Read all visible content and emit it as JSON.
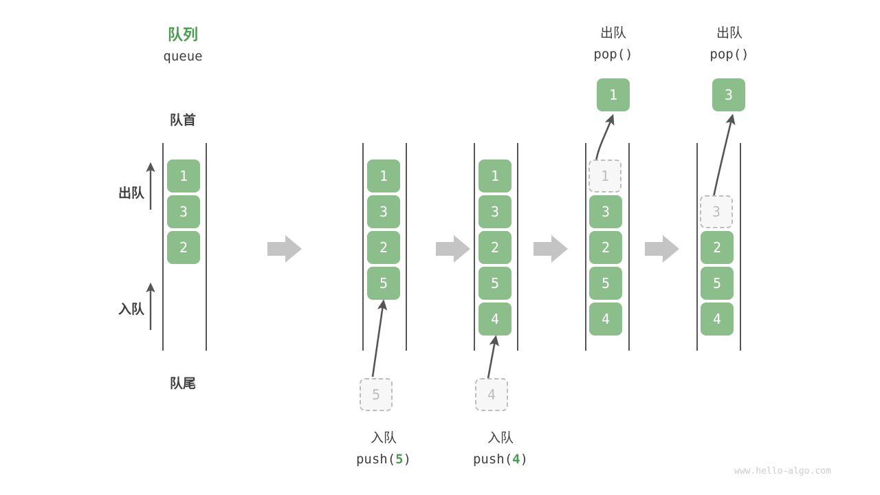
{
  "diagram": {
    "title_cn": "队列",
    "title_en": "queue",
    "front_label": "队首",
    "rear_label": "队尾",
    "dequeue_axis_label": "出队",
    "enqueue_axis_label": "入队",
    "watermark": "www.hello-algo.com",
    "colors": {
      "cell_fill": "#8cbe8c",
      "cell_text": "#ffffff",
      "ghost_fill": "#f7f7f7",
      "ghost_border": "#bdbdbd",
      "ghost_text": "#bdbdbd",
      "rail": "#555555",
      "arrow": "#555555",
      "step_arrow": "#c4c4c4",
      "accent_green": "#4a9c50",
      "text": "#3f3f3f",
      "watermark": "#cccccc"
    }
  },
  "stages": [
    {
      "id": "initial",
      "cells": [
        "1",
        "3",
        "2"
      ],
      "ghost_index": null,
      "op_cn": "",
      "op_code": "",
      "op_value": "",
      "result_value": ""
    },
    {
      "id": "push-5",
      "cells": [
        "1",
        "3",
        "2",
        "5"
      ],
      "ghost_index": null,
      "op_cn": "入队",
      "op_code_prefix": "push(",
      "op_value": "5",
      "op_code_suffix": ")",
      "incoming_value": "5",
      "result_value": ""
    },
    {
      "id": "push-4",
      "cells": [
        "1",
        "3",
        "2",
        "5",
        "4"
      ],
      "ghost_index": null,
      "op_cn": "入队",
      "op_code_prefix": "push(",
      "op_value": "4",
      "op_code_suffix": ")",
      "incoming_value": "4",
      "result_value": ""
    },
    {
      "id": "pop-1",
      "cells": [
        "1",
        "3",
        "2",
        "5",
        "4"
      ],
      "ghost_index": 0,
      "op_cn": "出队",
      "op_code_prefix": "pop(",
      "op_value": "",
      "op_code_suffix": ")",
      "result_value": "1"
    },
    {
      "id": "pop-3",
      "cells": [
        "",
        "3",
        "2",
        "5",
        "4"
      ],
      "ghost_index": 1,
      "op_cn": "出队",
      "op_code_prefix": "pop(",
      "op_value": "",
      "op_code_suffix": ")",
      "result_value": "3"
    }
  ]
}
